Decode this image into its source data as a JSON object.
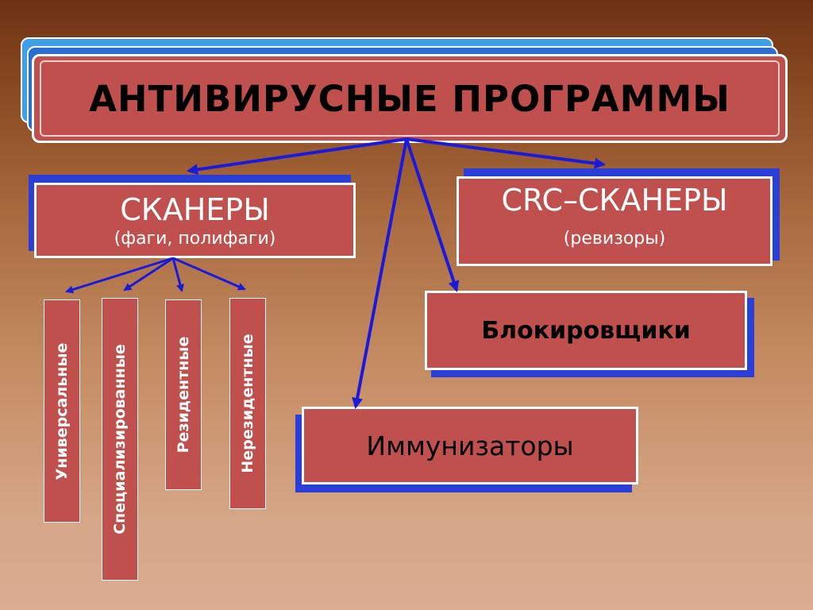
{
  "title": "АНТИВИРУСНЫЕ ПРОГРАММЫ",
  "scanners": {
    "label": "СКАНЕРЫ",
    "sublabel": "(фаги, полифаги)"
  },
  "crc": {
    "label": "CRC–СКАНЕРЫ",
    "sublabel": "(ревизоры)"
  },
  "blockers": {
    "label": "Блокировщики"
  },
  "immunizers": {
    "label": "Иммунизаторы"
  },
  "scanner_types": [
    "Универсальные",
    "Специализированные",
    "Резидентные",
    "Нерезидентные"
  ],
  "colors": {
    "box_fill": "#c0504d",
    "shadow": "#2b3fd8",
    "arrow": "#1a1adc",
    "text": "#ffffff"
  }
}
